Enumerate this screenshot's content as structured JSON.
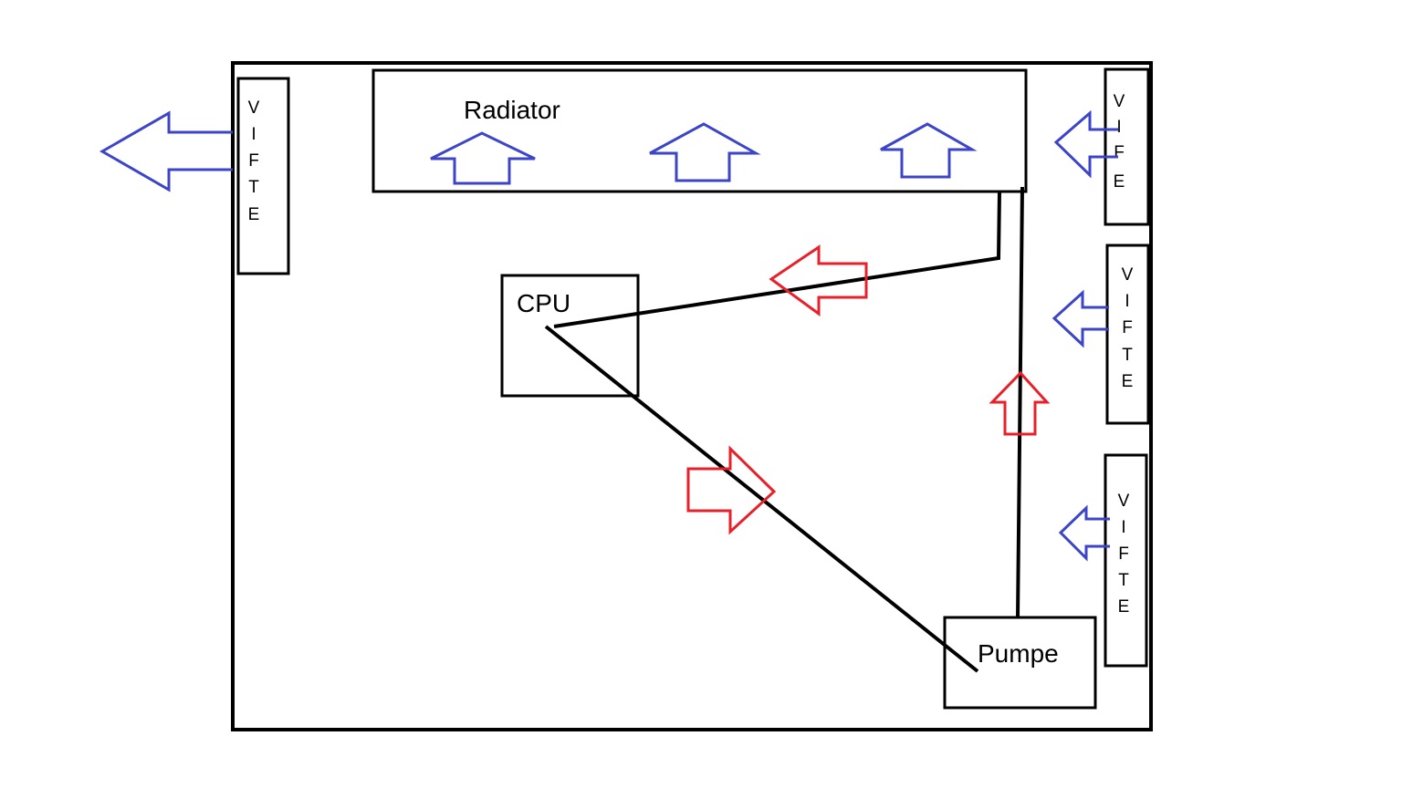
{
  "colors": {
    "outline": "#000000",
    "air_flow": "#3c45c8",
    "coolant_flow": "#e8202a"
  },
  "labels": {
    "radiator": "Radiator",
    "cpu": "CPU",
    "pump": "Pumpe",
    "fan_letters": [
      "V",
      "I",
      "F",
      "T",
      "E"
    ]
  },
  "fans": [
    {
      "id": "left",
      "airflow": "exhaust"
    },
    {
      "id": "right-top",
      "airflow": "intake"
    },
    {
      "id": "right-middle",
      "airflow": "intake"
    },
    {
      "id": "right-bottom",
      "airflow": "intake"
    }
  ],
  "radiator_airflow_arrows": 3,
  "coolant_arrows": 3
}
